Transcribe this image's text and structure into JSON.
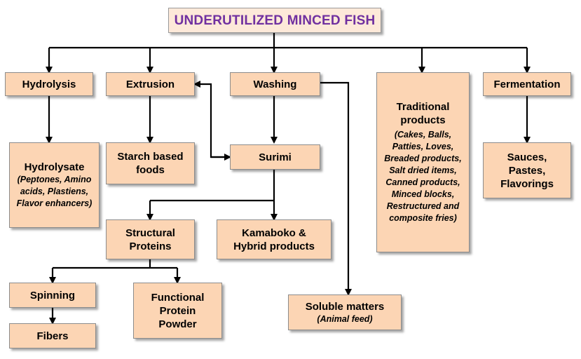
{
  "title": "UNDERUTILIZED MINCED FISH",
  "nodes": {
    "hydrolysis": "Hydrolysis",
    "extrusion": "Extrusion",
    "washing": "Washing",
    "traditional": {
      "title": "Traditional products",
      "sub": "(Cakes, Balls, Patties, Loves, Breaded products, Salt dried items, Canned products, Minced blocks, Restructured and composite fries)"
    },
    "fermentation": "Fermentation",
    "hydrolysate": {
      "title": "Hydrolysate",
      "sub": "(Peptones, Amino acids, Plastiens, Flavor enhancers)"
    },
    "starch": "Starch based foods",
    "surimi": "Surimi",
    "sauces": "Sauces, Pastes, Flavorings",
    "structural": "Structural Proteins",
    "kamaboko": "Kamaboko & Hybrid products",
    "spinning": "Spinning",
    "functional": "Functional Protein Powder",
    "fibers": "Fibers",
    "soluble": {
      "title": "Soluble matters",
      "sub": "(Animal feed)"
    }
  },
  "colors": {
    "box_fill": "#fcd5b4",
    "title_fill": "#fde9d9",
    "title_text": "#7030a0",
    "arrow": "#000000"
  }
}
